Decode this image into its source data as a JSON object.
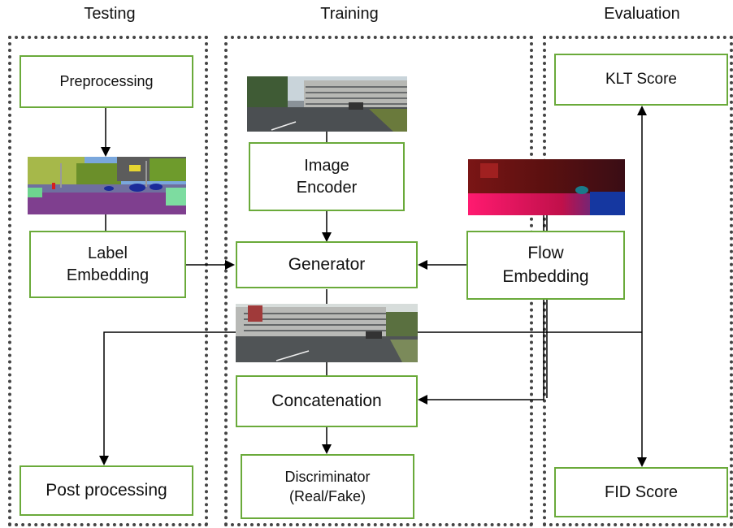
{
  "sections": {
    "testing": "Testing",
    "training": "Training",
    "evaluation": "Evaluation"
  },
  "nodes": {
    "preprocessing": "Preprocessing",
    "label_embedding_1": "Label",
    "label_embedding_2": "Embedding",
    "post_processing": "Post processing",
    "image_encoder_1": "Image",
    "image_encoder_2": "Encoder",
    "generator": "Generator",
    "concatenation": "Concatenation",
    "discriminator_1": "Discriminator",
    "discriminator_2": "(Real/Fake)",
    "flow_embedding_1": "Flow",
    "flow_embedding_2": "Embedding",
    "klt_score": "KLT Score",
    "fid_score": "FID Score"
  },
  "images": {
    "segmentation_map": "segmentation-label-map",
    "input_frame": "street-scene-input-frame",
    "generated_frame": "street-scene-generated-frame",
    "optical_flow": "optical-flow-map"
  },
  "colors": {
    "node_border": "#6aaa3a",
    "panel_border": "#444444",
    "arrow": "#000000"
  }
}
